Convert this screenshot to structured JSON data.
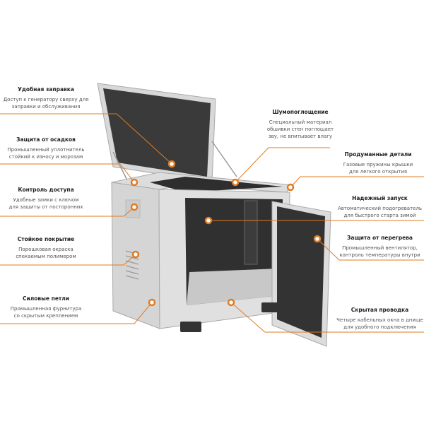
{
  "accent_color": "#e07b22",
  "left_features": [
    {
      "title": "Удобная заправка",
      "desc": [
        "Доступ к генератору сверху для",
        "заправки и обслуживания"
      ]
    },
    {
      "title": "Защита от осадков",
      "desc": [
        "Промышленный уплотнитель",
        "стойкий к износу и морозам"
      ]
    },
    {
      "title": "Контроль доступа",
      "desc": [
        "Удобные замки с ключом",
        "для защиты от посторонних"
      ]
    },
    {
      "title": "Стойкое покрытие",
      "desc": [
        "Порошковая окраска",
        "спекаемым полимером"
      ]
    },
    {
      "title": "Силовые петли",
      "desc": [
        "Промышленная фурнитура",
        "со скрытым креплением"
      ]
    }
  ],
  "right_features": [
    {
      "title": "Шумопоглощение",
      "desc": [
        "Специальный материал",
        "обшивки стен поглощает",
        "зву, не впитывает влагу"
      ]
    },
    {
      "title": "Продуманные детали",
      "desc": [
        "Газовые пружины крышки",
        "для легкого открытия"
      ]
    },
    {
      "title": "Надежный запуск",
      "desc": [
        "Автоматический подогреватель",
        "для быстрого старта зимой"
      ]
    },
    {
      "title": "Защита от перегрева",
      "desc": [
        "Промышленный вентилятор,",
        "контроль температуры внутри"
      ]
    },
    {
      "title": "Скрытая проводка",
      "desc": [
        "Четыре кабельных окна в днище",
        "для удобного подключения"
      ]
    }
  ]
}
